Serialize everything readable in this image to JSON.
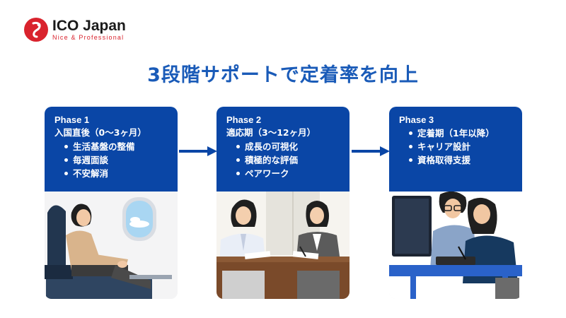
{
  "brand": {
    "name": "ICO Japan",
    "tagline": "Nice & Professional"
  },
  "title": "3段階サポートで定着率を向上",
  "phases": [
    {
      "label": "Phase 1",
      "subtitle": "入国直後（0〜3ヶ月）",
      "items": [
        "生活基盤の整備",
        "毎週面談",
        "不安解消"
      ]
    },
    {
      "label": "Phase 2",
      "subtitle": "適応期（3〜12ヶ月）",
      "items": [
        "成長の可視化",
        "積極的な評価",
        "ペアワーク"
      ]
    },
    {
      "label": "Phase 3",
      "items": [
        "定着期（1年以降）",
        "キャリア設計",
        "資格取得支援"
      ]
    }
  ],
  "colors": {
    "accent": "#0a46a6",
    "title": "#1a5bb8",
    "brand_red": "#d9232d"
  }
}
